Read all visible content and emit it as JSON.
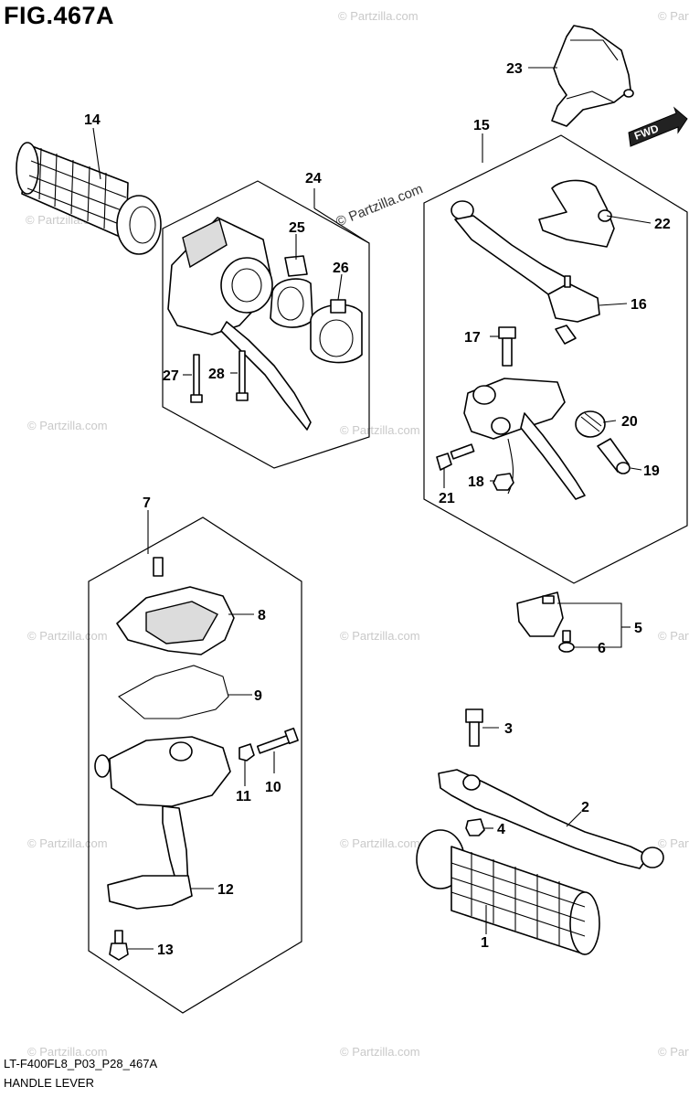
{
  "figure": {
    "title": "FIG.467A",
    "code": "LT-F400FL8_P03_P28_467A",
    "name": "HANDLE LEVER",
    "direction_label": "FWD"
  },
  "watermarks": {
    "brand": "© Partzilla.com",
    "brand_strong": "© Partzilla.com"
  },
  "callouts": [
    {
      "id": "1",
      "label": "1"
    },
    {
      "id": "2",
      "label": "2"
    },
    {
      "id": "3",
      "label": "3"
    },
    {
      "id": "4",
      "label": "4"
    },
    {
      "id": "5",
      "label": "5"
    },
    {
      "id": "6",
      "label": "6"
    },
    {
      "id": "7",
      "label": "7"
    },
    {
      "id": "8",
      "label": "8"
    },
    {
      "id": "9",
      "label": "9"
    },
    {
      "id": "10",
      "label": "10"
    },
    {
      "id": "11",
      "label": "11"
    },
    {
      "id": "12",
      "label": "12"
    },
    {
      "id": "13",
      "label": "13"
    },
    {
      "id": "14",
      "label": "14"
    },
    {
      "id": "15",
      "label": "15"
    },
    {
      "id": "16",
      "label": "16"
    },
    {
      "id": "17",
      "label": "17"
    },
    {
      "id": "18",
      "label": "18"
    },
    {
      "id": "19",
      "label": "19"
    },
    {
      "id": "20",
      "label": "20"
    },
    {
      "id": "21",
      "label": "21"
    },
    {
      "id": "22",
      "label": "22"
    },
    {
      "id": "23",
      "label": "23"
    },
    {
      "id": "24",
      "label": "24"
    },
    {
      "id": "25",
      "label": "25"
    },
    {
      "id": "26",
      "label": "26"
    },
    {
      "id": "27",
      "label": "27"
    },
    {
      "id": "28",
      "label": "28"
    }
  ]
}
